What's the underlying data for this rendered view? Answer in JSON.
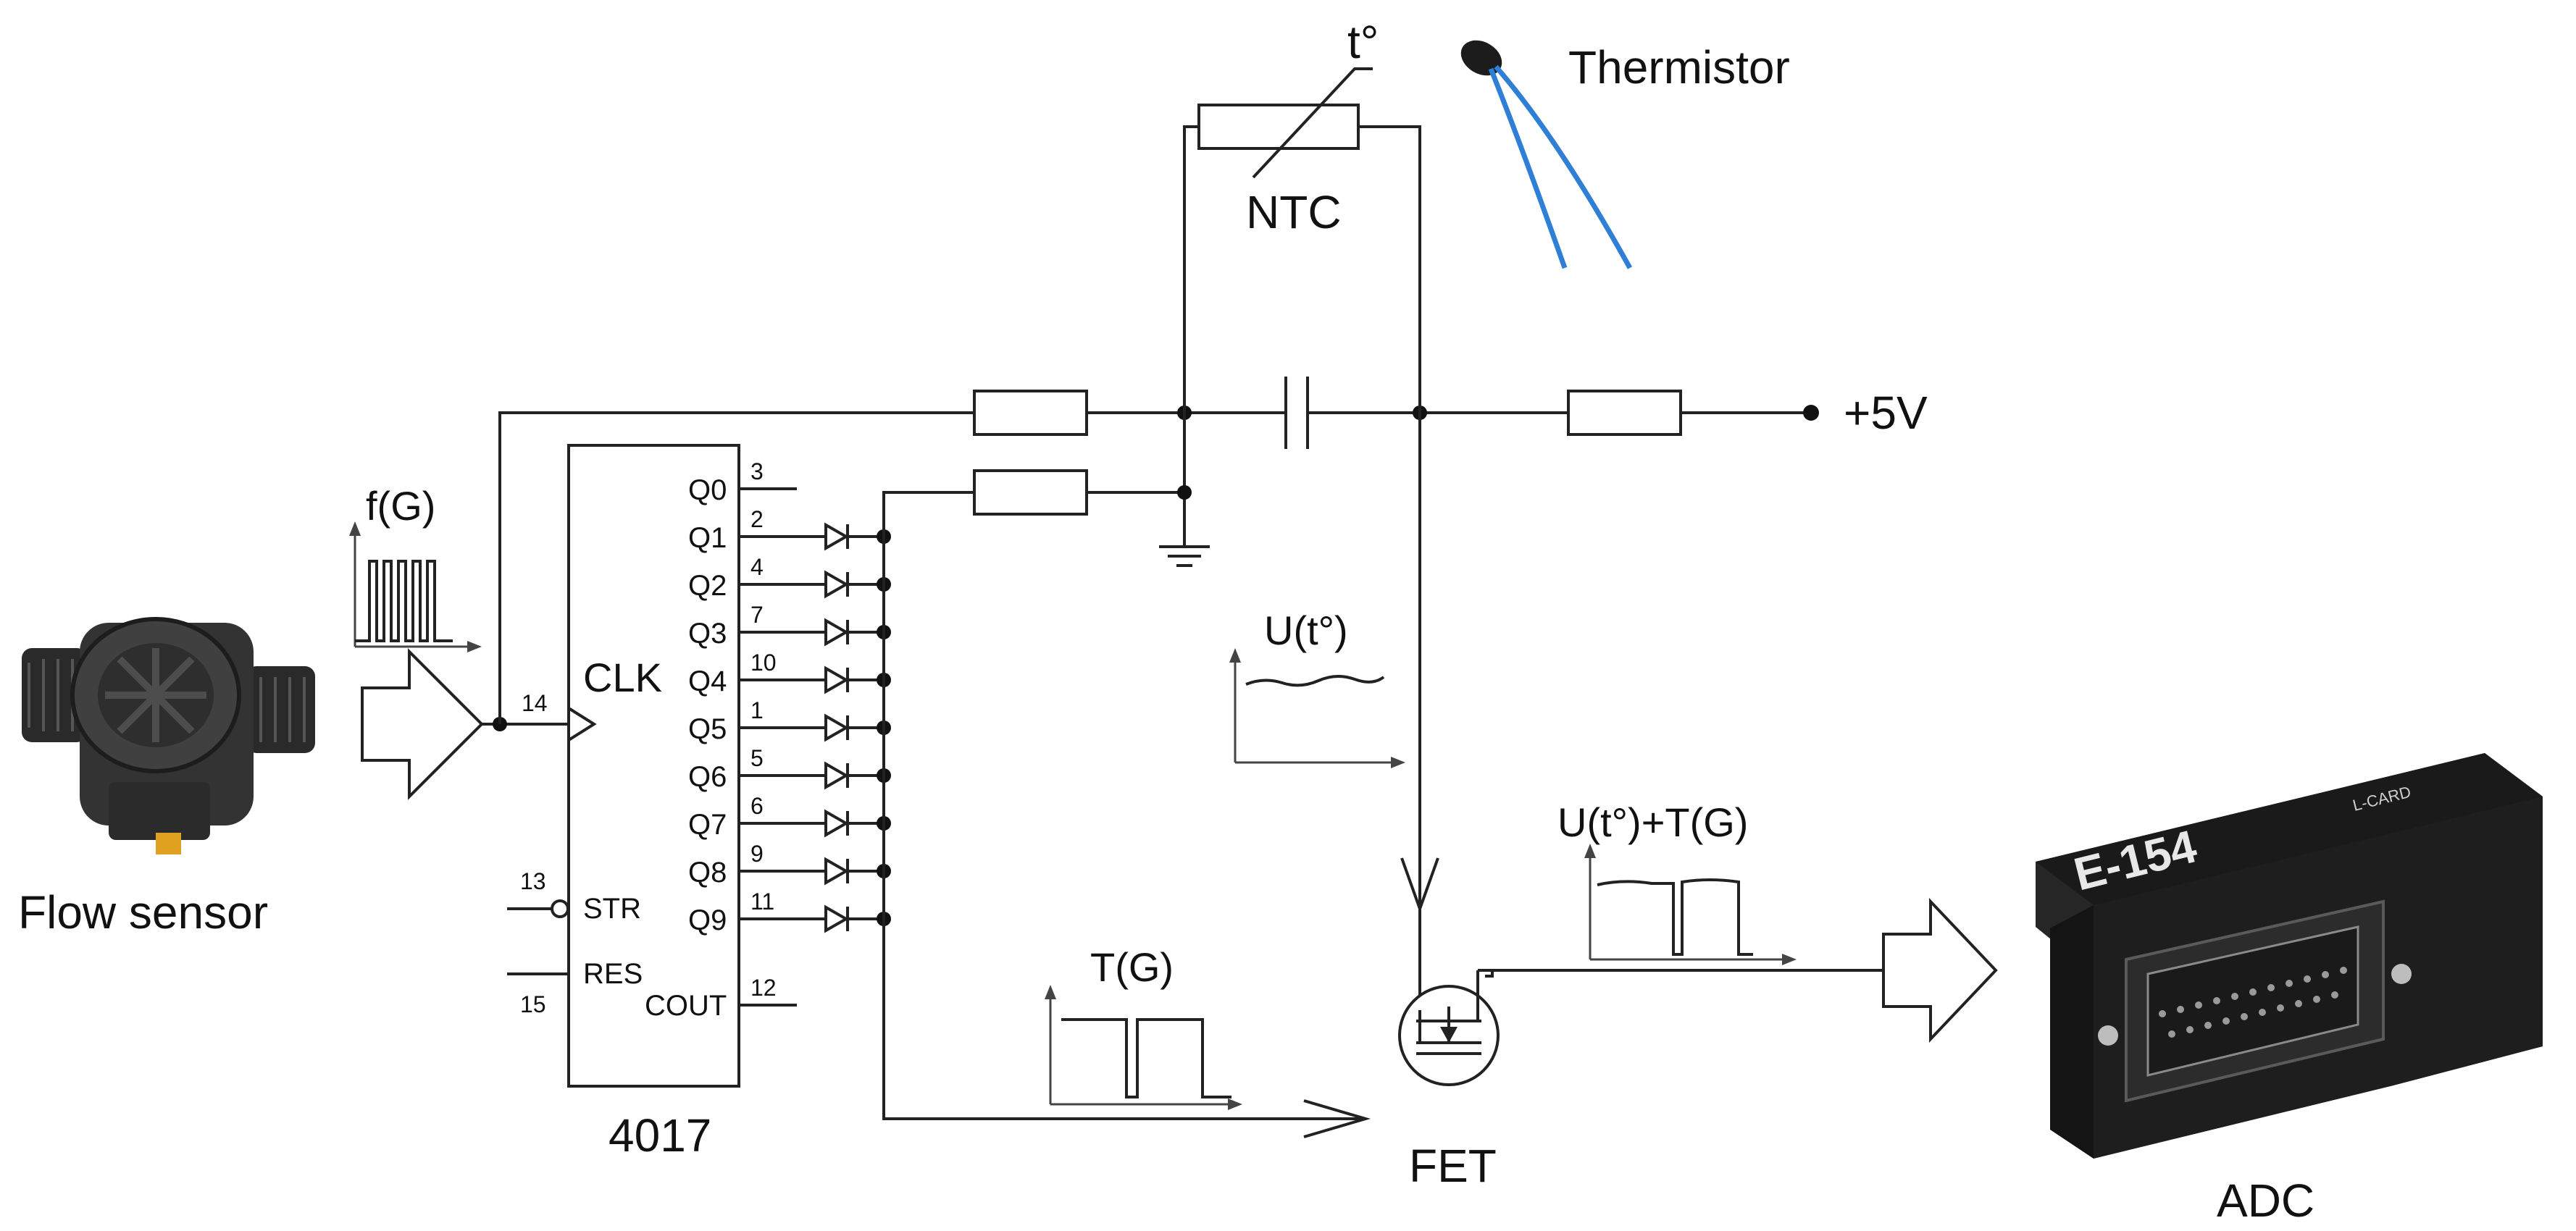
{
  "labels": {
    "flow_sensor": "Flow sensor",
    "thermistor": "Thermistor",
    "ntc": "NTC",
    "temp_symbol": "t°",
    "supply": "+5V",
    "chip": "4017",
    "fet": "FET",
    "adc": "ADC",
    "freq_signal": "f(G)",
    "temp_signal": "U(t°)",
    "period_signal": "T(G)",
    "sum_signal": "U(t°)+T(G)"
  },
  "chip_pins": {
    "clk": {
      "name": "CLK",
      "num": "14"
    },
    "str": {
      "name": "STR",
      "num": "13"
    },
    "res": {
      "name": "RES",
      "num": "15"
    },
    "cout": {
      "name": "COUT",
      "num": "12"
    },
    "q0": {
      "name": "Q0",
      "num": "3"
    },
    "q1": {
      "name": "Q1",
      "num": "2"
    },
    "q2": {
      "name": "Q2",
      "num": "4"
    },
    "q3": {
      "name": "Q3",
      "num": "7"
    },
    "q4": {
      "name": "Q4",
      "num": "10"
    },
    "q5": {
      "name": "Q5",
      "num": "1"
    },
    "q6": {
      "name": "Q6",
      "num": "5"
    },
    "q7": {
      "name": "Q7",
      "num": "6"
    },
    "q8": {
      "name": "Q8",
      "num": "9"
    },
    "q9": {
      "name": "Q9",
      "num": "11"
    }
  },
  "adc_text": {
    "model": "E-154",
    "brand": "L-CARD"
  },
  "colors": {
    "thermistor_wire": "#2f7fd6",
    "wire": "#222222",
    "device_body": "#1a1a1a"
  }
}
